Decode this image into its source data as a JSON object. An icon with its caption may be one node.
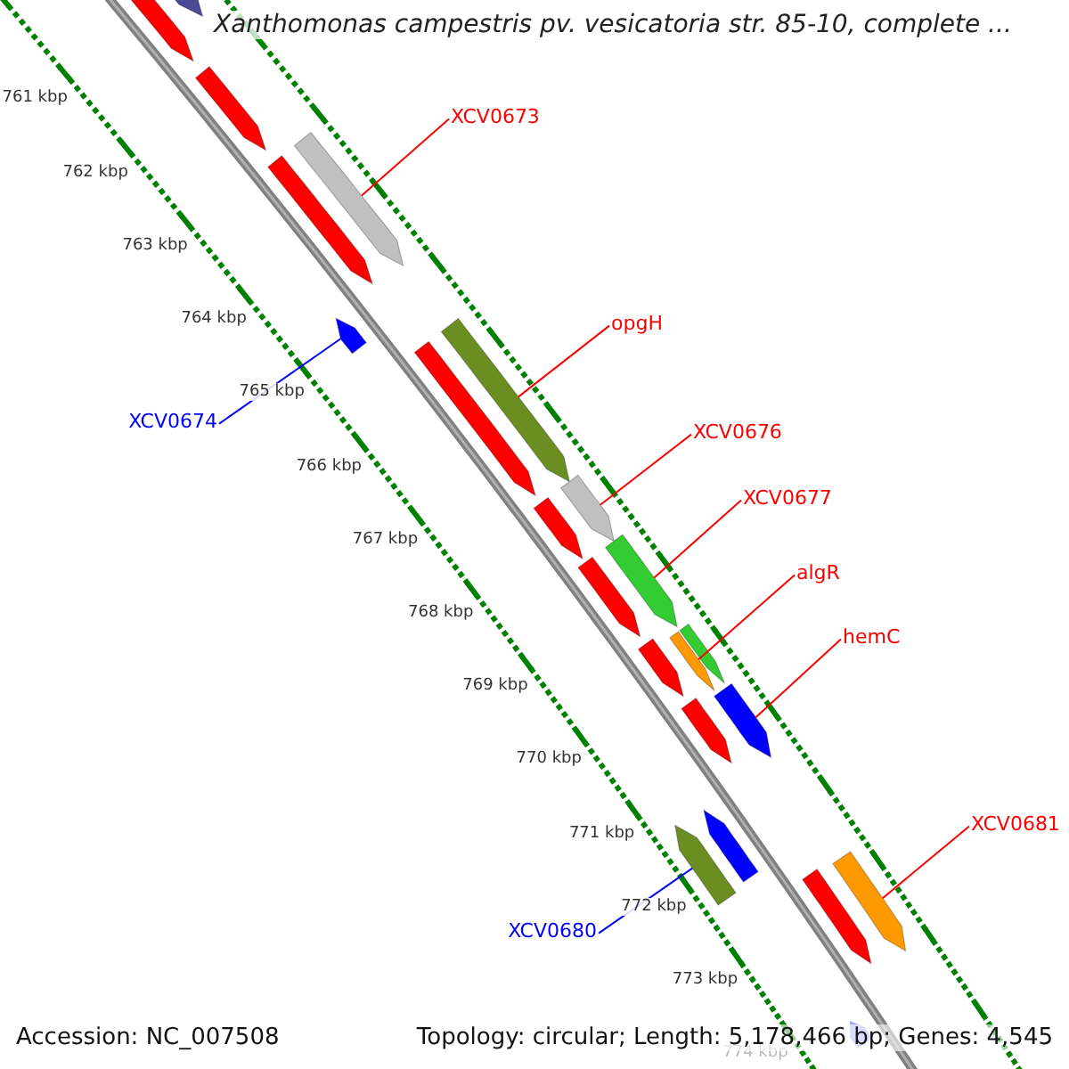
{
  "diagram": {
    "title": "Xanthomonas campestris pv. vesicatoria str. 85-10, complete ...",
    "nodes": [
      {
        "text": [
          "XCV0673"
        ]
      },
      {
        "text": [],
        "shape": "bar"
      },
      {
        "text": [
          "opgH"
        ]
      },
      {
        "text": [],
        "shape": "bar"
      },
      {
        "text": [
          "XCV0674"
        ]
      },
      {
        "text": [],
        "shape": "bar"
      },
      {
        "text": [
          "XCV0676"
        ]
      },
      {
        "text": [],
        "shape": "bar"
      },
      {
        "text": [
          "XCV0677"
        ]
      },
      {
        "text": [],
        "shape": "bar"
      },
      {
        "text": [
          "algR"
        ]
      },
      {
        "text": [],
        "shape": "bar"
      },
      {
        "text": [
          "hemC"
        ]
      },
      {
        "text": [],
        "shape": "bar"
      },
      {
        "text": [
          "XCV0680"
        ]
      },
      {
        "text": [],
        "shape": "bar"
      },
      {
        "text": [
          "XCV0681"
        ]
      },
      {
        "text": [],
        "shape": "bar"
      },
      {
        "text": [],
        "shape": "bar"
      },
      {
        "text": [],
        "shape": "bar"
      },
      {
        "text": [],
        "shape": "bar"
      },
      {
        "text": [],
        "shape": "bar"
      },
      {
        "text": [],
        "shape": "bar"
      },
      {
        "text": [],
        "shape": "bar"
      },
      {
        "text": [],
        "shape": "bar"
      },
      {
        "text": [],
        "shape": "bar"
      },
      {
        "text": [],
        "shape": "bar"
      },
      {
        "text": [],
        "shape": "bar"
      },
      {
        "text": [],
        "shape": "bar"
      },
      {
        "text": [],
        "shape": "bar"
      },
      {
        "text": [],
        "shape": "bar"
      }
    ],
    "edges": [
      {
        "from": 0,
        "to": 1,
        "arrow": "none"
      },
      {
        "from": 2,
        "to": 3,
        "arrow": "none"
      },
      {
        "from": 4,
        "to": 5,
        "arrow": "none",
        "color": "#0000ff"
      },
      {
        "from": 6,
        "to": 7,
        "arrow": "none"
      },
      {
        "from": 8,
        "to": 9,
        "arrow": "none"
      },
      {
        "from": 10,
        "to": 11,
        "arrow": "none"
      },
      {
        "from": 12,
        "to": 13,
        "arrow": "none"
      },
      {
        "from": 14,
        "to": 15,
        "arrow": "none",
        "color": "#0000ff"
      },
      {
        "from": 16,
        "to": 17,
        "arrow": "none"
      }
    ],
    "labels": [
      "761 kbp",
      "762 kbp",
      "763 kbp",
      "764 kbp",
      "765 kbp",
      "766 kbp",
      "767 kbp",
      "768 kbp",
      "769 kbp",
      "770 kbp",
      "771 kbp",
      "772 kbp",
      "773 kbp",
      "774 kbp",
      "Accession: NC_007508",
      "Topology: circular; Length: 5,178,466 bp; Genes: 4,545"
    ]
  }
}
